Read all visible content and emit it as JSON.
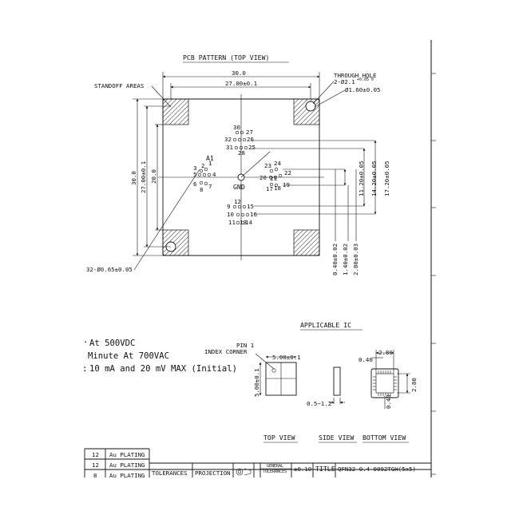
{
  "pcb": {
    "title": "PCB PATTERN  (TOP VIEW)",
    "standoff_label": "STANDOFF AREAS",
    "through_hole_label": "THROUGH HOLE",
    "through_hole_dia": "2-Ø2.1",
    "through_hole_tol": "+0.05 0",
    "through_hole_dia2": "Ø1.60±0.05",
    "dim_top_outer": "30.0",
    "dim_top_inner": "27.00±0.1",
    "dim_left_outer": "30.0",
    "dim_left_mid": "27.00±0.1",
    "dim_left_inner": "20.0",
    "pin_hole_label": "32-Ø0.65±0.05",
    "a1_label": "A1",
    "gnd_label": "GND",
    "pins": {
      "p30": "30",
      "p27": "27",
      "p32": "32",
      "p26": "26",
      "p31": "31",
      "p25": "25",
      "p28": "28",
      "p3": "3",
      "p2": "2",
      "p1": "1",
      "p5": "5",
      "p4": "4",
      "p6": "6",
      "p8": "8",
      "p7": "7",
      "p23": "23",
      "p24": "24",
      "p22": "22",
      "p20": "20",
      "p21": "21",
      "p17": "17",
      "p18": "18",
      "p19": "19",
      "p12": "12",
      "p9": "9",
      "p15": "15",
      "p10": "10",
      "p16": "16",
      "p11": "11",
      "p14": "14",
      "p13": "13"
    },
    "dims_right": [
      "11.20±0.05",
      "14.20±0.05",
      "17.20±0.05"
    ],
    "dims_bottom": [
      "0.40±0.02",
      "1.40±0.02",
      "2.80±0.03"
    ]
  },
  "notes": {
    "line1": "At 500VDC",
    "line2": "Minute At 700VAC",
    "line3": "10 mA and 20 mV MAX (Initial)"
  },
  "ic": {
    "title": "APPLICABLE IC",
    "pin1_label": "PIN 1",
    "index_corner_label": "INDEX CORNER",
    "dim_width": "5.00±0.1",
    "dim_height": "5.00±0.1",
    "side_dim": "0.5~1.2",
    "bottom_dim_top": "2.80",
    "bottom_dim_left": "0.40",
    "bottom_dim_right": "2.80",
    "bottom_dim_bottom": "0.40",
    "top_view_label": "TOP VIEW",
    "side_view_label": "SIDE VIEW",
    "bottom_view_label": "BOTTOM VIEW"
  },
  "title_block": {
    "rows": [
      {
        "qty": "12",
        "desc": "Au PLATING"
      },
      {
        "qty": "12",
        "desc": "Au PLATING"
      },
      {
        "qty": "8",
        "desc": "Au PLATING"
      }
    ],
    "tolerances": "TOLERANCES",
    "projection": "PROJECTION",
    "general_tol_1": "GENERAL",
    "general_tol_2": "TOLERANCES",
    "tol_value": "±0.10",
    "title_label": "TITLE",
    "title_value": "QFN32-0.4-0092TGH(5x5)"
  }
}
